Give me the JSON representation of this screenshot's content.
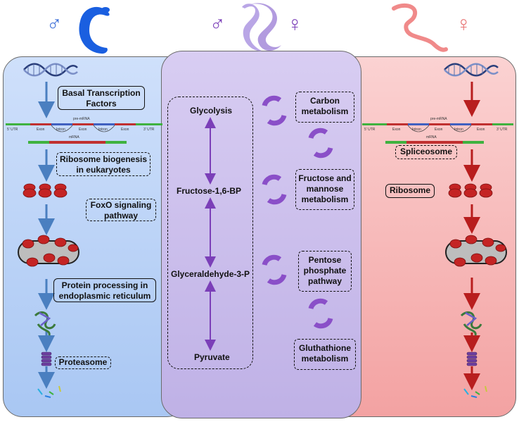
{
  "header": {
    "left_symbol": "♂",
    "middle_male_symbol": "♂",
    "middle_female_symbol": "♀",
    "right_symbol": "♀"
  },
  "left_panel": {
    "basal_transcription": "Basal Transcription Factors",
    "ribosome_biogenesis": "Ribosome biogenesis in eukaryotes",
    "foxo": "FoxO signaling pathway",
    "protein_processing": "Protein processing in endoplasmic reticulum",
    "proteasome": "Proteasome"
  },
  "middle_panel": {
    "glycolysis": "Glycolysis",
    "fructose_bp": "Fructose-1,6-BP",
    "glyceraldehyde": "Glyceraldehyde-3-P",
    "pyruvate": "Pyruvate",
    "carbon": "Carbon metabolism",
    "fructose_mannose": "Fructose and mannose metabolism",
    "pentose": "Pentose phosphate pathway",
    "glutathione": "Gluthathione metabolism"
  },
  "right_panel": {
    "spliceosome": "Spliceosome",
    "ribosome": "Ribosome"
  },
  "mrna_schematic": {
    "pre_mrna": "pre-mRNA",
    "mrna": "mRNA",
    "utr5": "5' UTR",
    "exon1": "Exon",
    "intron1": "Intron",
    "exon2": "Exon",
    "intron2": "Intron",
    "exon3": "Exon",
    "utr3": "3' UTR"
  },
  "colors": {
    "male": "#1a5fe0",
    "middle_worm": "#b9a6e6",
    "female_worm": "#f08a8a",
    "purple_arrow": "#7b3fb8",
    "blue_arrow": "#4a7fc0",
    "red_arrow": "#b81e1e"
  }
}
